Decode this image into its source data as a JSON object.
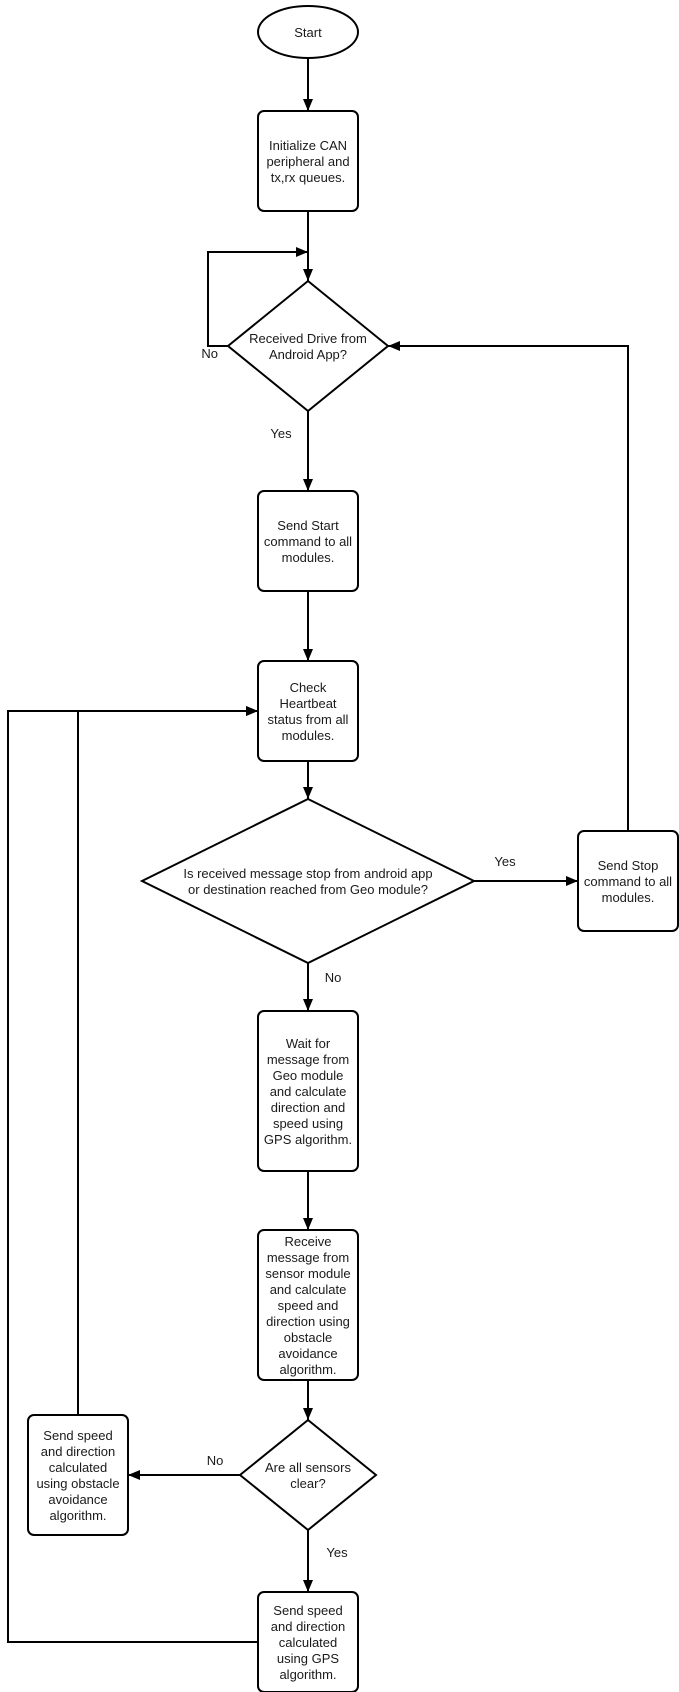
{
  "nodes": {
    "start": {
      "type": "terminal",
      "lines": [
        "Start"
      ]
    },
    "init": {
      "type": "process",
      "lines": [
        "Initialize CAN",
        "peripheral and",
        "tx,rx queues."
      ]
    },
    "decision_drive": {
      "type": "decision",
      "lines": [
        "Received Drive from",
        "Android App?"
      ]
    },
    "send_start": {
      "type": "process",
      "lines": [
        "Send Start",
        "command to all",
        "modules."
      ]
    },
    "heartbeat": {
      "type": "process",
      "lines": [
        "Check",
        "Heartbeat",
        "status from all",
        "modules."
      ]
    },
    "decision_stop": {
      "type": "decision",
      "lines": [
        "Is received message stop from android app",
        "or destination reached from Geo module?"
      ]
    },
    "send_stop": {
      "type": "process",
      "lines": [
        "Send Stop",
        "command to all",
        "modules."
      ]
    },
    "wait_geo": {
      "type": "process",
      "lines": [
        "Wait for",
        "message from",
        "Geo module",
        "and calculate",
        "direction and",
        "speed using",
        "GPS algorithm."
      ]
    },
    "receive_sensor": {
      "type": "process",
      "lines": [
        "Receive",
        "message from",
        "sensor module",
        "and calculate",
        "speed and",
        "direction using",
        "obstacle",
        "avoidance",
        "algorithm."
      ]
    },
    "decision_sensors": {
      "type": "decision",
      "lines": [
        "Are all sensors",
        "clear?"
      ]
    },
    "send_obstacle": {
      "type": "process",
      "lines": [
        "Send speed",
        "and direction",
        "calculated",
        "using obstacle",
        "avoidance",
        "algorithm."
      ]
    },
    "send_gps": {
      "type": "process",
      "lines": [
        "Send speed",
        "and direction",
        "calculated",
        "using GPS",
        "algorithm."
      ]
    }
  },
  "edges": [
    {
      "from": "start",
      "to": "init",
      "label": ""
    },
    {
      "from": "init",
      "to": "decision_drive",
      "label": ""
    },
    {
      "from": "decision_drive",
      "to": "decision_drive",
      "label": "No"
    },
    {
      "from": "decision_drive",
      "to": "send_start",
      "label": "Yes"
    },
    {
      "from": "send_start",
      "to": "heartbeat",
      "label": ""
    },
    {
      "from": "heartbeat",
      "to": "decision_stop",
      "label": ""
    },
    {
      "from": "decision_stop",
      "to": "send_stop",
      "label": "Yes"
    },
    {
      "from": "send_stop",
      "to": "decision_drive",
      "label": ""
    },
    {
      "from": "decision_stop",
      "to": "wait_geo",
      "label": "No"
    },
    {
      "from": "wait_geo",
      "to": "receive_sensor",
      "label": ""
    },
    {
      "from": "receive_sensor",
      "to": "decision_sensors",
      "label": ""
    },
    {
      "from": "decision_sensors",
      "to": "send_obstacle",
      "label": "No"
    },
    {
      "from": "decision_sensors",
      "to": "send_gps",
      "label": "Yes"
    },
    {
      "from": "send_obstacle",
      "to": "heartbeat",
      "label": ""
    },
    {
      "from": "send_gps",
      "to": "heartbeat",
      "label": ""
    }
  ]
}
